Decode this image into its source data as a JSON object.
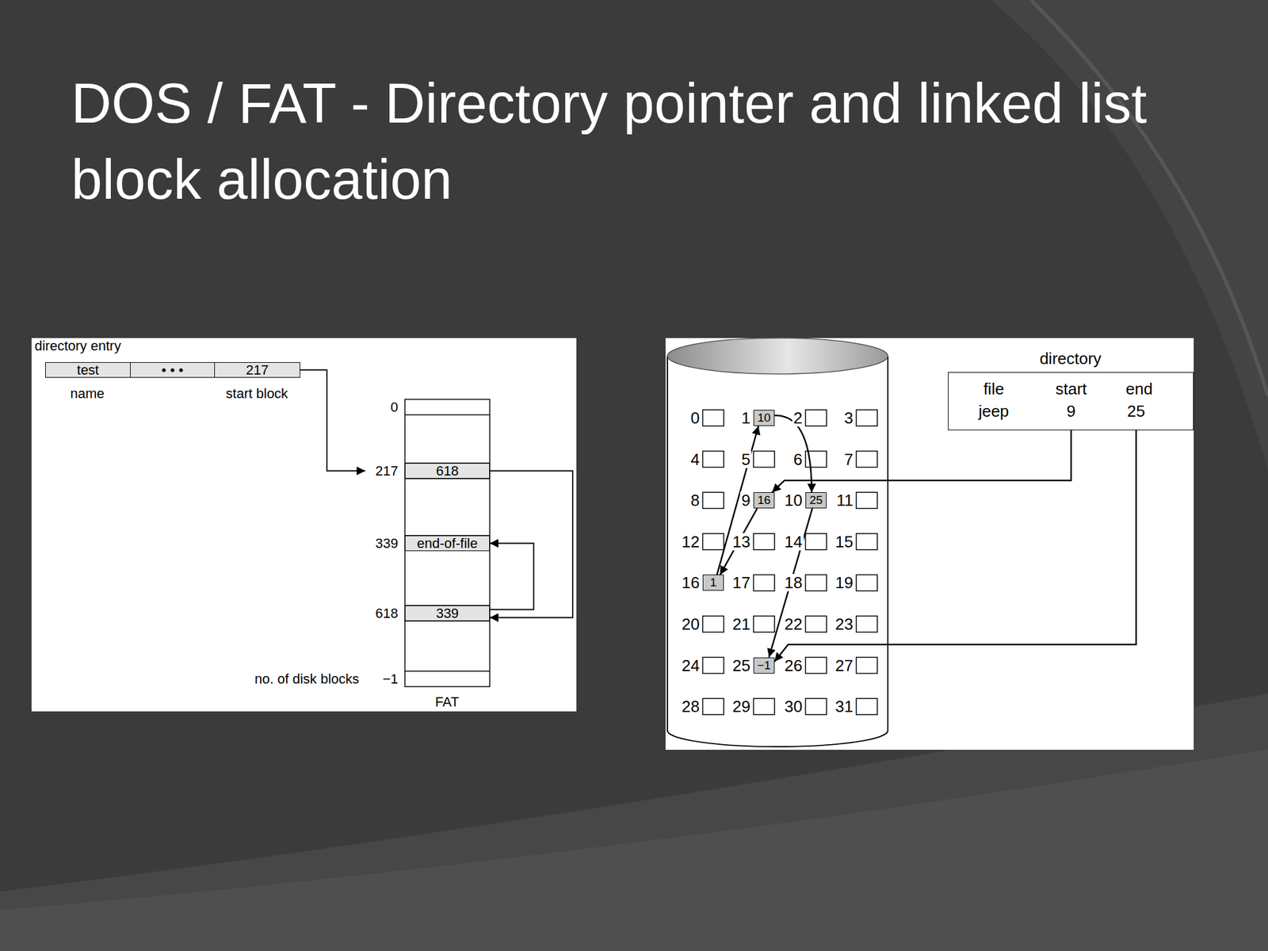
{
  "diagram": {
    "title": "DOS / FAT - Directory pointer and linked list block allocation",
    "nodes": [
      {
        "text": [
          "test"
        ]
      },
      {
        "text": [
          "• • •"
        ]
      },
      {
        "text": [
          "217"
        ]
      },
      {
        "text": [
          "217",
          "618"
        ]
      },
      {
        "text": [
          "339",
          "end-of-file"
        ]
      },
      {
        "text": [
          "618",
          "339"
        ]
      },
      {
        "text": [
          "directory",
          "file",
          "start",
          "end",
          "jeep",
          "9",
          "25"
        ]
      },
      {
        "text": [
          "10"
        ]
      },
      {
        "text": [
          "16"
        ]
      },
      {
        "text": [
          "25"
        ]
      },
      {
        "text": [
          "1"
        ]
      },
      {
        "text": [
          "−1"
        ]
      }
    ],
    "edges": [
      {
        "from": 2,
        "to": 3,
        "arrow": "to"
      },
      {
        "from": 3,
        "to": 5,
        "arrow": "to"
      },
      {
        "from": 5,
        "to": 4,
        "arrow": "to"
      },
      {
        "from": 6,
        "to": 8,
        "arrow": "to"
      },
      {
        "from": 6,
        "to": 11,
        "arrow": "to"
      },
      {
        "from": 8,
        "to": 10,
        "arrow": "to"
      },
      {
        "from": 10,
        "to": 7,
        "arrow": "to"
      },
      {
        "from": 7,
        "to": 9,
        "arrow": "to"
      },
      {
        "from": 9,
        "to": 11,
        "arrow": "to"
      }
    ],
    "labels": [
      "directory entry",
      "name",
      "start block",
      "0",
      "no. of disk blocks",
      "−1",
      "FAT",
      "0",
      "1",
      "2",
      "3",
      "4",
      "5",
      "6",
      "7",
      "8",
      "9",
      "10",
      "11",
      "12",
      "13",
      "14",
      "15",
      "16",
      "17",
      "18",
      "19",
      "20",
      "21",
      "22",
      "23",
      "24",
      "25",
      "26",
      "27",
      "28",
      "29",
      "30",
      "31"
    ]
  }
}
